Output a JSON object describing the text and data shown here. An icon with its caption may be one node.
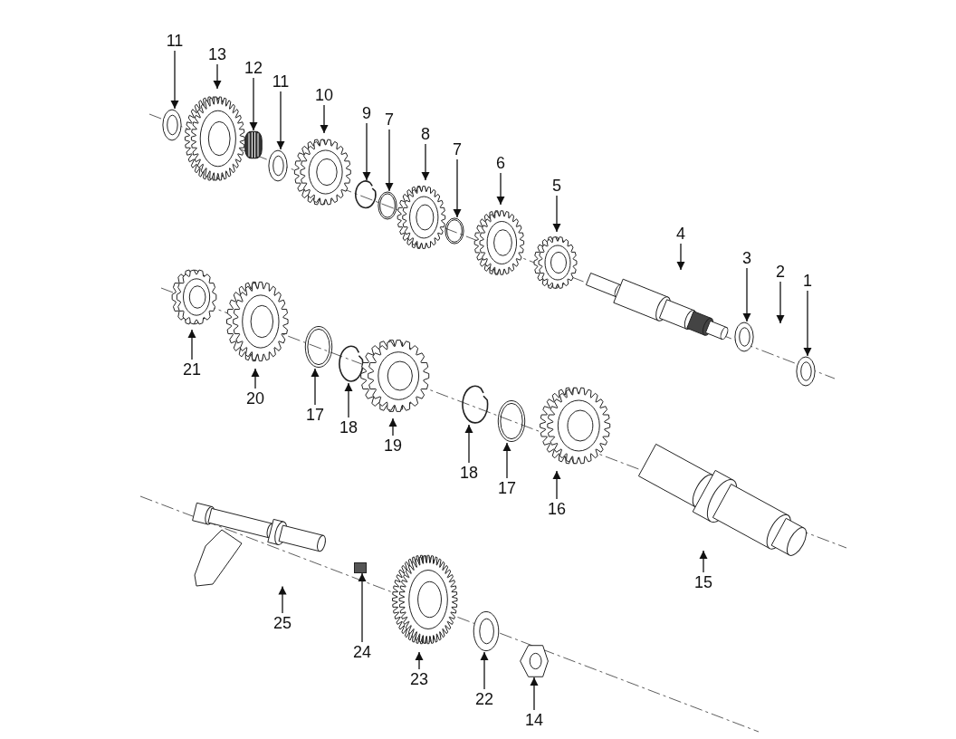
{
  "diagram": {
    "nodes": [
      {
        "text": [
          "11"
        ]
      },
      {
        "text": [],
        "shape": "picture"
      },
      {
        "text": [
          "13"
        ]
      },
      {
        "text": [],
        "shape": "picture"
      },
      {
        "text": [
          "12"
        ]
      },
      {
        "text": [],
        "shape": "picture"
      },
      {
        "text": [
          "11"
        ]
      },
      {
        "text": [],
        "shape": "picture"
      },
      {
        "text": [
          "10"
        ]
      },
      {
        "text": [],
        "shape": "picture"
      },
      {
        "text": [
          "9"
        ]
      },
      {
        "text": [],
        "shape": "picture"
      },
      {
        "text": [
          "7"
        ]
      },
      {
        "text": [],
        "shape": "picture"
      },
      {
        "text": [
          "8"
        ]
      },
      {
        "text": [],
        "shape": "picture"
      },
      {
        "text": [
          "7"
        ]
      },
      {
        "text": [],
        "shape": "picture"
      },
      {
        "text": [
          "6"
        ]
      },
      {
        "text": [],
        "shape": "picture"
      },
      {
        "text": [
          "5"
        ]
      },
      {
        "text": [],
        "shape": "picture"
      },
      {
        "text": [
          "4"
        ]
      },
      {
        "text": [],
        "shape": "picture"
      },
      {
        "text": [
          "3"
        ]
      },
      {
        "text": [],
        "shape": "picture"
      },
      {
        "text": [
          "2"
        ]
      },
      {
        "text": [
          "1"
        ]
      },
      {
        "text": [],
        "shape": "picture"
      },
      {
        "text": [
          "21"
        ]
      },
      {
        "text": [],
        "shape": "picture"
      },
      {
        "text": [
          "20"
        ]
      },
      {
        "text": [],
        "shape": "picture"
      },
      {
        "text": [
          "17"
        ]
      },
      {
        "text": [],
        "shape": "picture"
      },
      {
        "text": [
          "18"
        ]
      },
      {
        "text": [],
        "shape": "picture"
      },
      {
        "text": [
          "19"
        ]
      },
      {
        "text": [],
        "shape": "picture"
      },
      {
        "text": [
          "18"
        ]
      },
      {
        "text": [],
        "shape": "picture"
      },
      {
        "text": [
          "17"
        ]
      },
      {
        "text": [],
        "shape": "picture"
      },
      {
        "text": [
          "16"
        ]
      },
      {
        "text": [],
        "shape": "picture"
      },
      {
        "text": [
          "15"
        ]
      },
      {
        "text": [],
        "shape": "picture"
      },
      {
        "text": [
          "25"
        ]
      },
      {
        "text": [],
        "shape": "picture"
      },
      {
        "text": [
          "24"
        ]
      },
      {
        "text": [],
        "shape": "box"
      },
      {
        "text": [
          "23"
        ]
      },
      {
        "text": [],
        "shape": "picture"
      },
      {
        "text": [
          "22"
        ]
      },
      {
        "text": [],
        "shape": "picture"
      },
      {
        "text": [
          "14"
        ]
      },
      {
        "text": [],
        "shape": "picture"
      }
    ],
    "edges": [
      {
        "from": 0,
        "to": 1,
        "arrow": "to"
      },
      {
        "from": 2,
        "to": 3,
        "arrow": "to"
      },
      {
        "from": 4,
        "to": 5,
        "arrow": "to"
      },
      {
        "from": 6,
        "to": 7,
        "arrow": "to"
      },
      {
        "from": 8,
        "to": 9,
        "arrow": "to"
      },
      {
        "from": 10,
        "to": 11,
        "arrow": "to"
      },
      {
        "from": 12,
        "to": 13,
        "arrow": "to"
      },
      {
        "from": 14,
        "to": 15,
        "arrow": "to"
      },
      {
        "from": 16,
        "to": 17,
        "arrow": "to"
      },
      {
        "from": 18,
        "to": 19,
        "arrow": "to"
      },
      {
        "from": 20,
        "to": 21,
        "arrow": "to"
      },
      {
        "from": 22,
        "to": 23,
        "arrow": "to"
      },
      {
        "from": 24,
        "to": 25,
        "arrow": "to"
      },
      {
        "from": 26,
        "to": null,
        "arrow": "to"
      },
      {
        "from": 27,
        "to": 28,
        "arrow": "to"
      },
      {
        "from": 29,
        "to": 30,
        "arrow": "to"
      },
      {
        "from": 31,
        "to": 32,
        "arrow": "to"
      },
      {
        "from": 33,
        "to": 34,
        "arrow": "to"
      },
      {
        "from": 35,
        "to": 36,
        "arrow": "to"
      },
      {
        "from": 37,
        "to": 38,
        "arrow": "to"
      },
      {
        "from": 39,
        "to": 40,
        "arrow": "to"
      },
      {
        "from": 41,
        "to": 42,
        "arrow": "to"
      },
      {
        "from": 43,
        "to": 44,
        "arrow": "to"
      },
      {
        "from": 45,
        "to": 46,
        "arrow": "to"
      },
      {
        "from": 47,
        "to": 48,
        "arrow": "to"
      },
      {
        "from": 49,
        "to": 50,
        "arrow": "to"
      },
      {
        "from": 51,
        "to": 52,
        "arrow": "to"
      },
      {
        "from": 53,
        "to": 54,
        "arrow": "to"
      },
      {
        "from": 55,
        "to": 56,
        "arrow": "to"
      }
    ]
  }
}
